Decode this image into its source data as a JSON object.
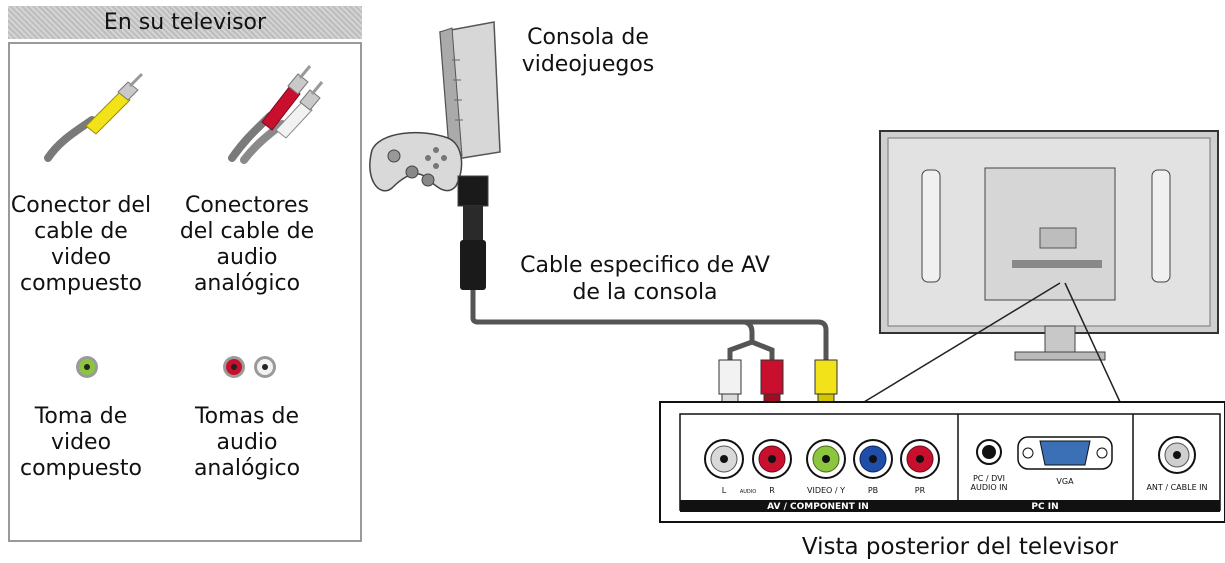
{
  "legend": {
    "title": "En su televisor",
    "video_connector_label": "Conector del cable de video compuesto",
    "audio_connectors_label": "Conectores del cable de audio analógico",
    "video_jack_label": "Toma de video compuesto",
    "audio_jacks_label": "Tomas de audio analógico"
  },
  "console": {
    "label": "Consola de videojuegos"
  },
  "cable": {
    "label": "Cable especifico de AV de la consola"
  },
  "tv": {
    "caption": "Vista posterior del televisor"
  },
  "panel": {
    "jacks": {
      "l": "L",
      "audio": "AUDIO",
      "r": "R",
      "video_y": "VIDEO / Y",
      "pb": "PB",
      "pr": "PR",
      "pc_dvi_audio_in_1": "PC / DVI",
      "pc_dvi_audio_in_2": "AUDIO IN",
      "vga": "VGA",
      "ant_cable_in": "ANT / CABLE IN"
    },
    "sections": {
      "av_component_in": "AV / COMPONENT IN",
      "pc_in": "PC IN"
    }
  },
  "colors": {
    "video_yellow": "#f2e21a",
    "audio_red": "#c8102e",
    "audio_white": "#f2f2f2",
    "jack_green": "#8cc63f",
    "jack_blue": "#1f4ea8",
    "vga_blue": "#3b6fb6"
  }
}
